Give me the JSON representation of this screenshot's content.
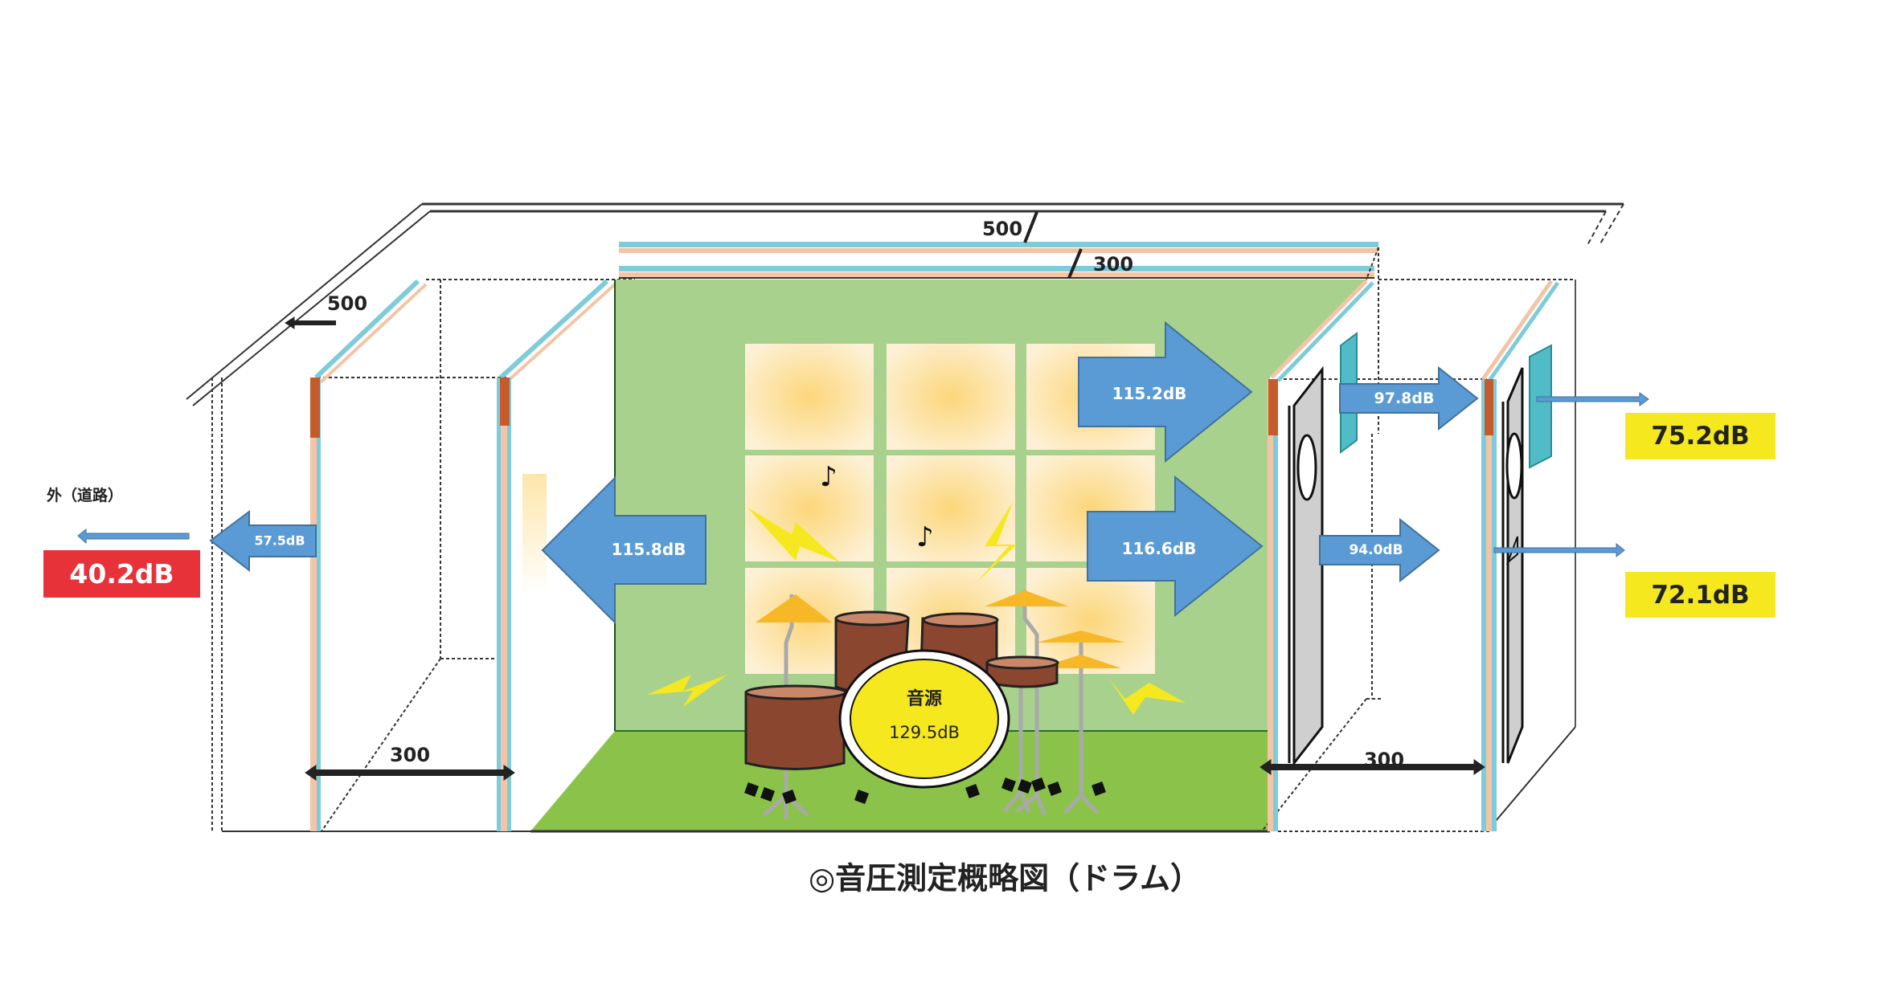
{
  "caption": "◎音圧測定概略図（ドラム）",
  "outside_label": "外（道路）",
  "source": {
    "label": "音源",
    "value": "129.5dB"
  },
  "arrows": {
    "left_inner": "115.8dB",
    "left_outer": "57.5dB",
    "right_upper_inner": "115.2dB",
    "right_lower_inner": "116.6dB",
    "right_upper_middle": "97.8dB",
    "right_lower_middle": "94.0dB"
  },
  "results": {
    "outside_road": "40.2dB",
    "right_upper": "75.2dB",
    "right_lower": "72.1dB"
  },
  "dimensions": {
    "top_outer": "500",
    "top_inner": "300",
    "left_upper": "500",
    "left_bottom": "300",
    "right_bottom": "300"
  },
  "colors": {
    "arrow_blue": "#5b9bd5",
    "arrow_border": "#41719c",
    "room_wall_green": "#a9d18e",
    "room_floor_green": "#8bc34a",
    "result_red": "#e8323a",
    "result_yellow": "#f5e81e",
    "insulation_cyan": "#7ecbd9",
    "insulation_peach": "#f4c4a6",
    "wall_accent_orange": "#c55a2a",
    "panel_cream": "#fbe7bd",
    "door_gray": "#cfcfcf",
    "drum_brown": "#8b4630",
    "cymbal_gold": "#f6b826"
  }
}
